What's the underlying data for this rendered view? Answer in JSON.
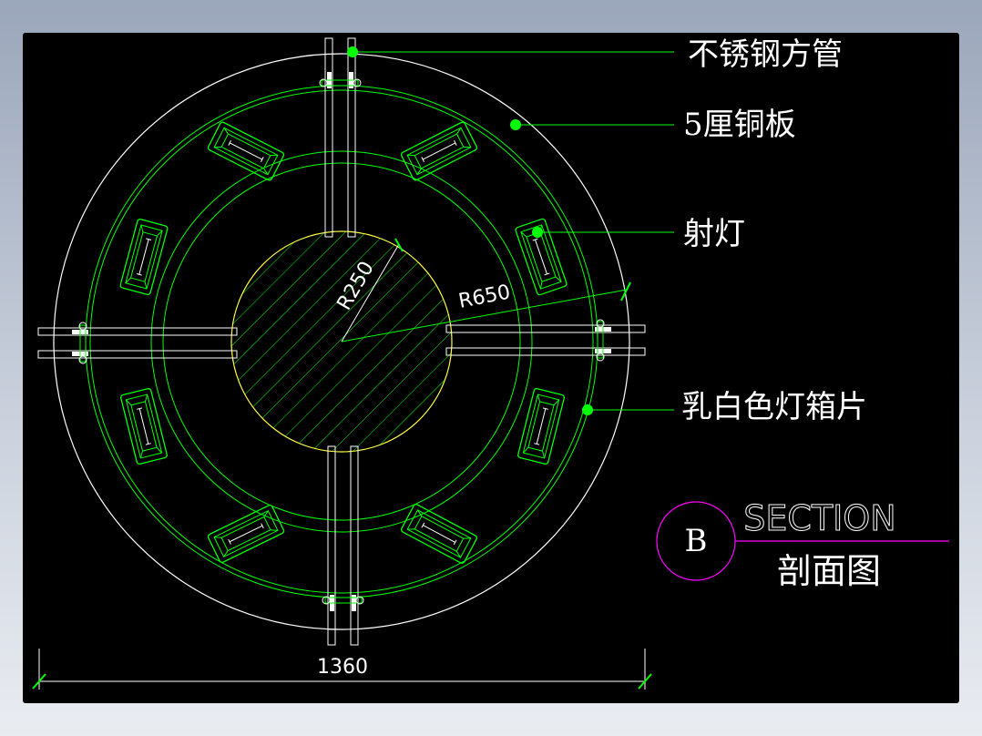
{
  "callouts": {
    "stainless_tube": "不锈钢方管",
    "copper_plate": "5厘铜板",
    "spotlight": "射灯",
    "lightbox_sheet": "乳白色灯箱片"
  },
  "dimensions": {
    "inner_radius": "R250",
    "outer_radius": "R650",
    "overall_width": "1360"
  },
  "section_tag": {
    "letter": "B",
    "title_en": "SECTION",
    "title_cn": "剖面图"
  },
  "colors": {
    "background": "#000000",
    "outline": "#ffffff",
    "structure": "#00ff00",
    "core": "#ffff40",
    "tag": "#ff00ff",
    "text": "#ffffff"
  }
}
